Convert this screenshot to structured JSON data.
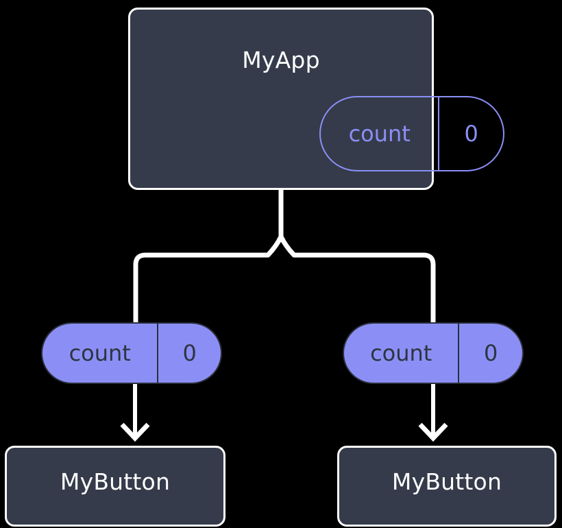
{
  "diagram": {
    "title": "MyApp component tree with count state passed to MyButton children",
    "background_color": "#000000",
    "colors": {
      "box_fill": "#353b4a",
      "box_border": "#ffffff",
      "pill_accent": "#8b8ff5",
      "pill_text_dark": "#2e3440",
      "wire": "#ffffff"
    }
  },
  "root": {
    "name": "root-node",
    "label": "MyApp",
    "state": {
      "key": "count",
      "value": "0"
    }
  },
  "children": [
    {
      "name": "child-left",
      "label": "MyButton",
      "prop": {
        "key": "count",
        "value": "0"
      }
    },
    {
      "name": "child-right",
      "label": "MyButton",
      "prop": {
        "key": "count",
        "value": "0"
      }
    }
  ],
  "edges": [
    {
      "name": "edge-root-to-branch",
      "from": "MyApp",
      "to": "branch",
      "style": "solid-white"
    },
    {
      "name": "edge-branch-to-left-prop",
      "from": "branch",
      "to": "left count pill",
      "style": "solid-white-rounded"
    },
    {
      "name": "edge-branch-to-right-prop",
      "from": "branch",
      "to": "right count pill",
      "style": "solid-white-rounded"
    },
    {
      "name": "edge-left-prop-to-button",
      "from": "left count pill",
      "to": "left MyButton",
      "style": "arrow-down"
    },
    {
      "name": "edge-right-prop-to-button",
      "from": "right count pill",
      "to": "right MyButton",
      "style": "arrow-down"
    }
  ]
}
